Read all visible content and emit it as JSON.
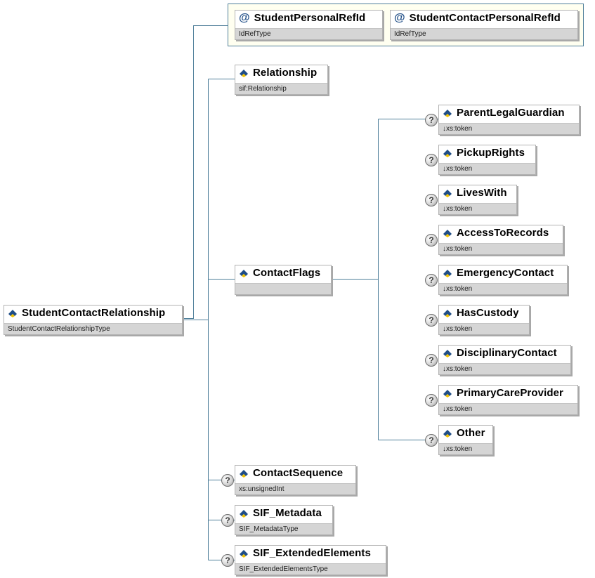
{
  "root": {
    "name": "StudentContactRelationship",
    "type": "StudentContactRelationshipType",
    "icon": "element-icon"
  },
  "attributes": [
    {
      "name": "StudentPersonalRefId",
      "type": "IdRefType",
      "icon": "attribute-at-icon",
      "symbol": "@"
    },
    {
      "name": "StudentContactPersonalRefId",
      "type": "IdRefType",
      "icon": "attribute-at-icon",
      "symbol": "@"
    }
  ],
  "children": [
    {
      "name": "Relationship",
      "type": "sif:Relationship",
      "optional": false
    },
    {
      "name": "ContactFlags",
      "type": "",
      "optional": false
    },
    {
      "name": "ContactSequence",
      "type": "xs:unsignedInt",
      "optional": true
    },
    {
      "name": "SIF_Metadata",
      "type": "SIF_MetadataType",
      "optional": true
    },
    {
      "name": "SIF_ExtendedElements",
      "type": "SIF_ExtendedElementsType",
      "optional": true
    }
  ],
  "contact_flags": [
    {
      "name": "ParentLegalGuardian",
      "type": "↓xs:token",
      "optional": true
    },
    {
      "name": "PickupRights",
      "type": "↓xs:token",
      "optional": true
    },
    {
      "name": "LivesWith",
      "type": "↓xs:token",
      "optional": true
    },
    {
      "name": "AccessToRecords",
      "type": "↓xs:token",
      "optional": true
    },
    {
      "name": "EmergencyContact",
      "type": "↓xs:token",
      "optional": true
    },
    {
      "name": "HasCustody",
      "type": "↓xs:token",
      "optional": true
    },
    {
      "name": "DisciplinaryContact",
      "type": "↓xs:token",
      "optional": true
    },
    {
      "name": "PrimaryCareProvider",
      "type": "↓xs:token",
      "optional": true
    },
    {
      "name": "Other",
      "type": "↓xs:token",
      "optional": true
    }
  ],
  "optional_symbol": "?",
  "colors": {
    "connector": "#4f7f9a",
    "icon_blue": "#1f4d86",
    "icon_yellow": "#f2c200",
    "type_band": "#d5d5d5",
    "attribute_group_bg": "#fffff0"
  }
}
